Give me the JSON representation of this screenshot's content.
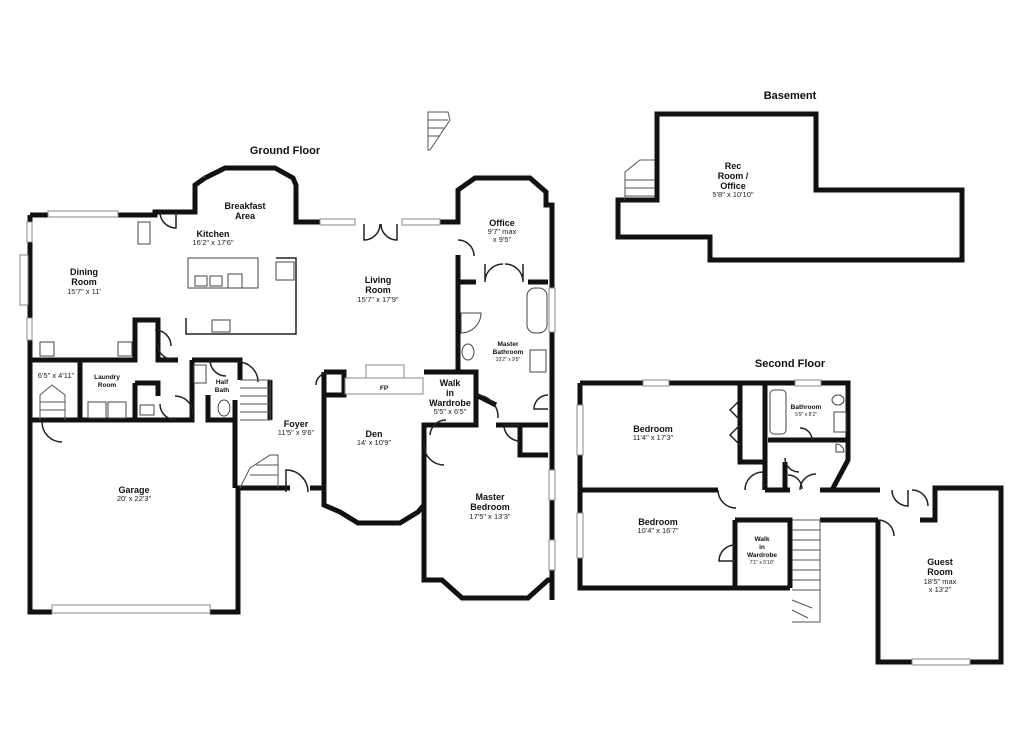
{
  "floors": {
    "ground": "Ground Floor",
    "basement": "Basement",
    "second": "Second Floor"
  },
  "rooms": {
    "breakfast": {
      "line1": "Breakfast",
      "line2": "Area"
    },
    "kitchen": {
      "name": "Kitchen",
      "dim": "16'2\" x 17'6\""
    },
    "dining": {
      "line1": "Dining",
      "line2": "Room",
      "dim": "15'7\" x 11'"
    },
    "living": {
      "line1": "Living",
      "line2": "Room",
      "dim": "15'7\" x 17'9\""
    },
    "office": {
      "name": "Office",
      "dim1": "9'7\" max",
      "dim2": "x 9'5\""
    },
    "master_bath": {
      "line1": "Master",
      "line2": "Bathroom",
      "dim": "10'2\" x 9'5\""
    },
    "stair_nook": {
      "dim": "6'5\" x 4'11\""
    },
    "laundry": {
      "line1": "Laundry",
      "line2": "Room"
    },
    "half_bath": {
      "line1": "Half",
      "line2": "Bath"
    },
    "fp": {
      "label": "FP"
    },
    "walk_in_wardrobe": {
      "line1": "Walk",
      "line2": "in",
      "line3": "Wardrobe",
      "dim": "5'5\" x 6'5\""
    },
    "foyer": {
      "name": "Foyer",
      "dim": "11'5\" x 9'6\""
    },
    "den": {
      "name": "Den",
      "dim": "14' x 10'9\""
    },
    "garage": {
      "name": "Garage",
      "dim": "20' x 22'3\""
    },
    "master_bedroom": {
      "line1": "Master",
      "line2": "Bedroom",
      "dim": "17'5\" x 13'3\""
    },
    "rec_room": {
      "line1": "Rec",
      "line2": "Room /",
      "line3": "Office",
      "dim": "5'8\" x 10'10\""
    },
    "bedroom_1": {
      "name": "Bedroom",
      "dim": "11'4\" x 17'3\""
    },
    "bathroom_2": {
      "name": "Bathroom",
      "dim": "5'9\" x 8'2\""
    },
    "bedroom_2": {
      "name": "Bedroom",
      "dim": "10'4\" x 16'7\""
    },
    "walk_in_wardrobe_2": {
      "line1": "Walk",
      "line2": "in",
      "line3": "Wardrobe",
      "dim": "7'1\" x 5'10\""
    },
    "guest_room": {
      "line1": "Guest",
      "line2": "Room",
      "dim1": "18'5\" max",
      "dim2": "x 13'2\""
    }
  }
}
